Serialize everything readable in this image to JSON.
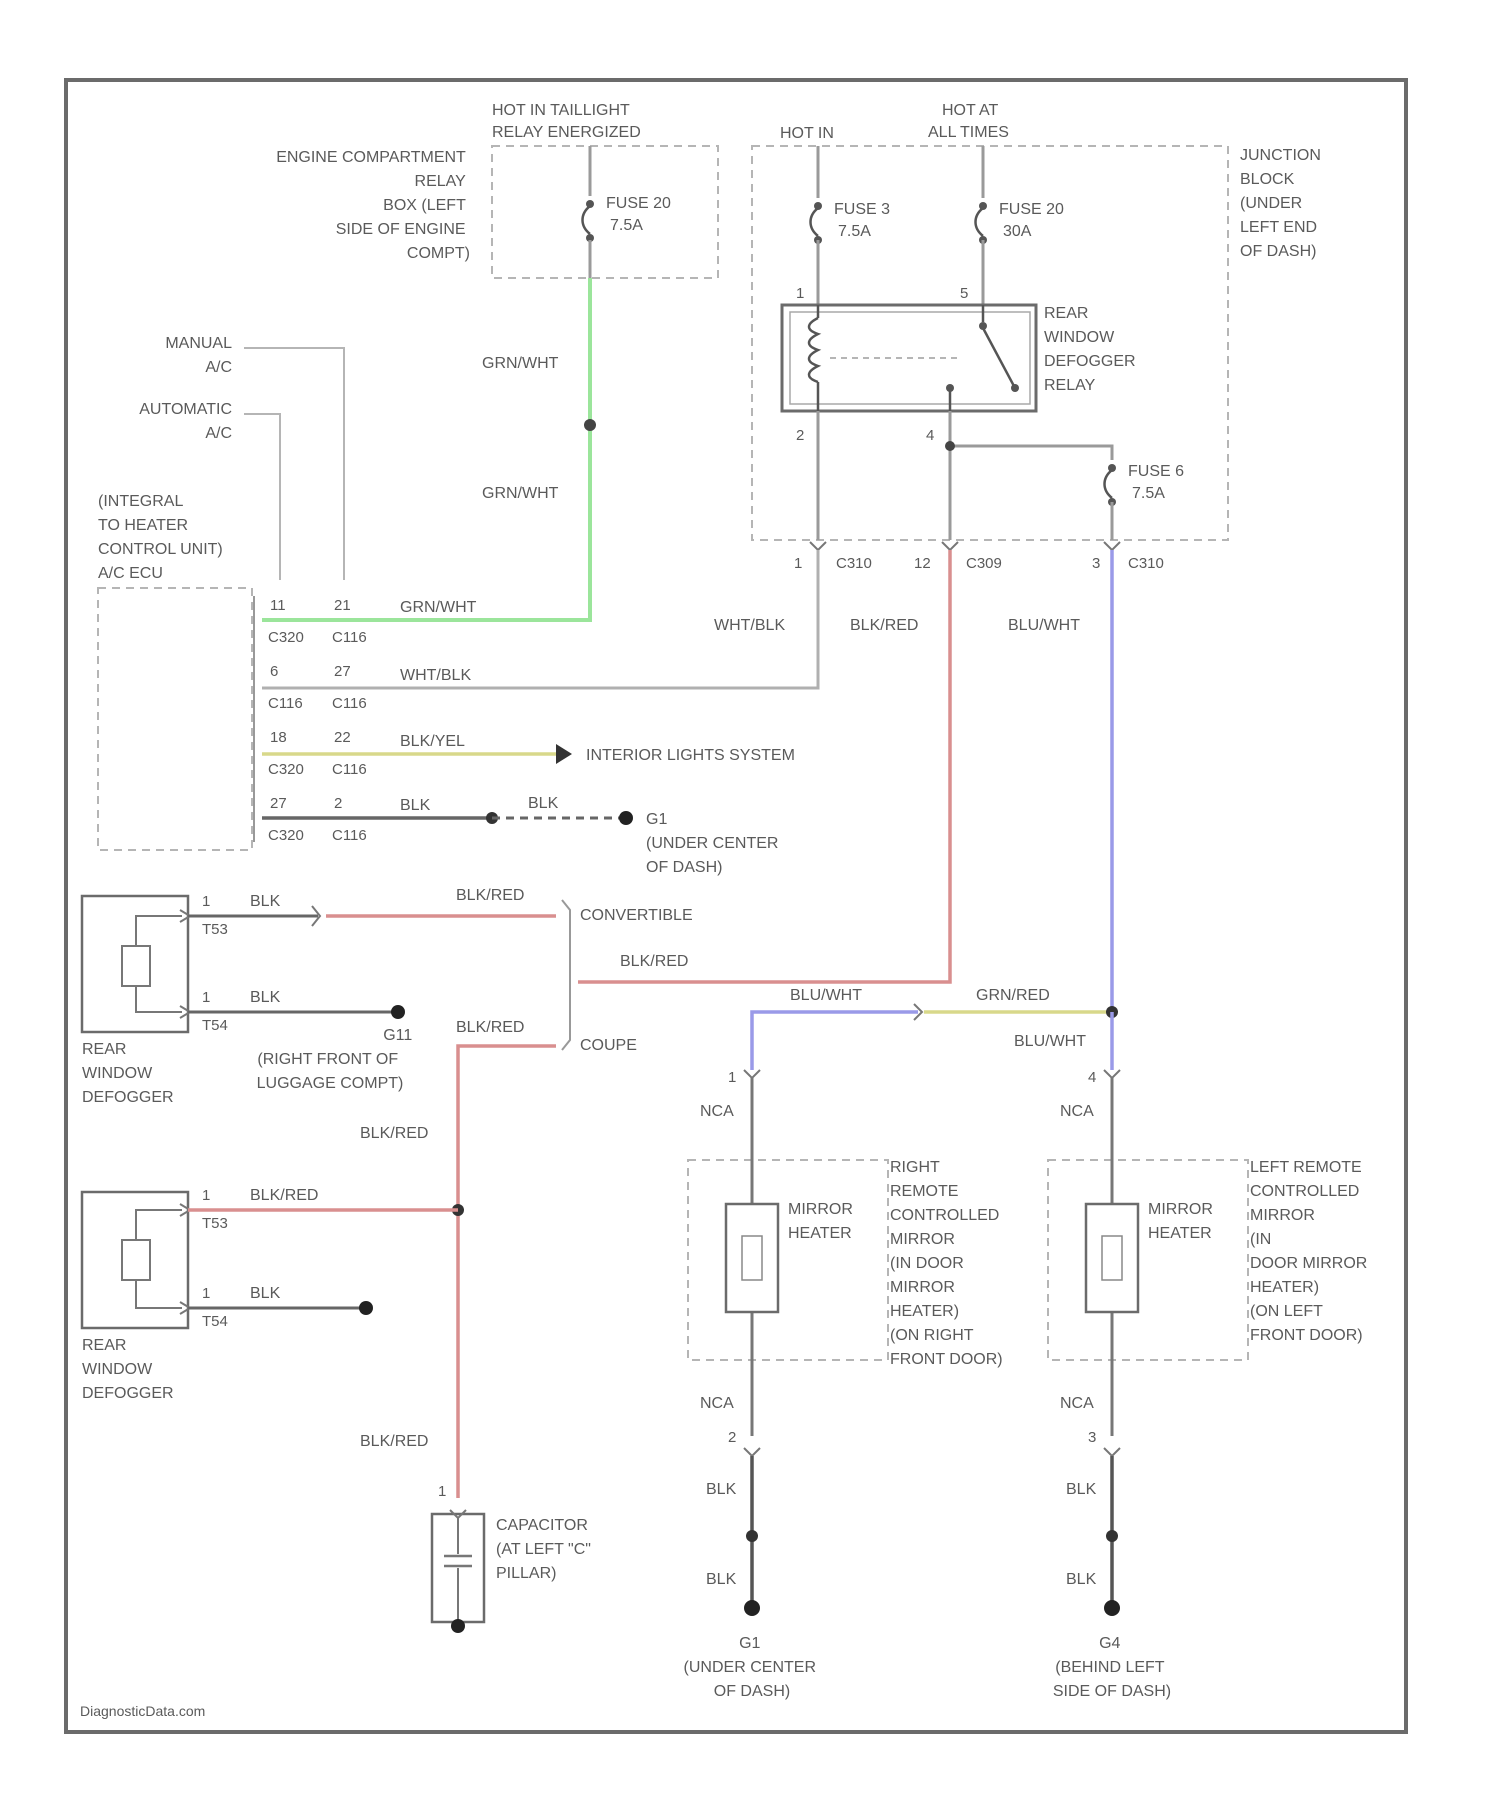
{
  "colors": {
    "frame": "#6b6b6b",
    "wire_gray": "#9a9a9a",
    "wire_dark": "#555555",
    "grn_wht": "#9be59b",
    "red": "#d98f8f",
    "blu_wht": "#9a9ae8",
    "yellow": "#d8d88a",
    "dash": "#b5b5b5"
  },
  "top_labels": {
    "hot_taillight": [
      "HOT IN TAILLIGHT",
      "RELAY ENERGIZED"
    ],
    "hot_in": "HOT IN",
    "hot_at": [
      "HOT AT",
      "ALL TIMES"
    ]
  },
  "engine_relay_box": [
    "ENGINE COMPARTMENT",
    "RELAY",
    "BOX (LEFT",
    "SIDE OF ENGINE",
    "COMPT)"
  ],
  "junction_block": [
    "JUNCTION",
    "BLOCK",
    "(UNDER",
    "LEFT END",
    "OF DASH)"
  ],
  "fuses": {
    "fuse20a": [
      "FUSE 20",
      "7.5A"
    ],
    "fuse3": [
      "FUSE 3",
      "7.5A"
    ],
    "fuse20b": [
      "FUSE 20",
      "30A"
    ],
    "fuse6": [
      "FUSE 6",
      "7.5A"
    ]
  },
  "relay": [
    "REAR",
    "WINDOW",
    "DEFOGGER",
    "RELAY"
  ],
  "ac": {
    "manual": [
      "MANUAL",
      "A/C"
    ],
    "automatic": [
      "AUTOMATIC",
      "A/C"
    ],
    "ecu": [
      "(INTEGRAL",
      "TO HEATER",
      "CONTROL UNIT)",
      "A/C ECU"
    ]
  },
  "wire_colors": {
    "grn_wht": "GRN/WHT",
    "wht_blk": "WHT/BLK",
    "blk_yel": "BLK/YEL",
    "blk": "BLK",
    "blk_red": "BLK/RED",
    "blu_wht": "BLU/WHT",
    "grn_red": "GRN/RED",
    "nca": "NCA"
  },
  "destinations": {
    "interior_lights": "INTERIOR LIGHTS SYSTEM",
    "g1_a": [
      "G1",
      "(UNDER CENTER",
      "OF DASH)"
    ],
    "g11": [
      "G11",
      "(RIGHT FRONT OF",
      "LUGGAGE COMPT)"
    ],
    "g1_b": [
      "G1",
      "(UNDER CENTER",
      "OF DASH)"
    ],
    "g4": [
      "G4",
      "(BEHIND LEFT",
      "SIDE OF DASH)"
    ]
  },
  "body_style": {
    "convertible": "CONVERTIBLE",
    "coupe": "COUPE"
  },
  "defogger": [
    "REAR",
    "WINDOW",
    "DEFOGGER"
  ],
  "capacitor": [
    "CAPACITOR",
    "(AT LEFT \"C\"",
    "PILLAR)"
  ],
  "mirror_heater": [
    "MIRROR",
    "HEATER"
  ],
  "right_mirror": [
    "RIGHT",
    "REMOTE",
    "CONTROLLED",
    "MIRROR",
    "(IN DOOR",
    "MIRROR",
    "HEATER)",
    "(ON RIGHT",
    "FRONT DOOR)"
  ],
  "left_mirror": [
    "LEFT REMOTE",
    "CONTROLLED",
    "MIRROR",
    "(IN",
    "DOOR MIRROR",
    "HEATER)",
    "(ON LEFT",
    "FRONT DOOR)"
  ],
  "connectors": {
    "c310": "C310",
    "c309": "C309",
    "c320": "C320",
    "c116": "C116",
    "t53": "T53",
    "t54": "T54"
  },
  "pins": {
    "relay_1": "1",
    "relay_5": "5",
    "relay_2": "2",
    "relay_4": "4",
    "jb_1": "1",
    "jb_12": "12",
    "jb_3": "3",
    "ecu_11": "11",
    "ecu_21": "21",
    "ecu_6": "6",
    "ecu_27a": "27",
    "ecu_18": "18",
    "ecu_22": "22",
    "ecu_27b": "27",
    "ecu_2": "2",
    "m_1": "1",
    "m_2": "2",
    "m_4": "4",
    "m_3": "3",
    "def_1": "1",
    "cap_1": "1"
  },
  "footer": "DiagnosticData.com"
}
